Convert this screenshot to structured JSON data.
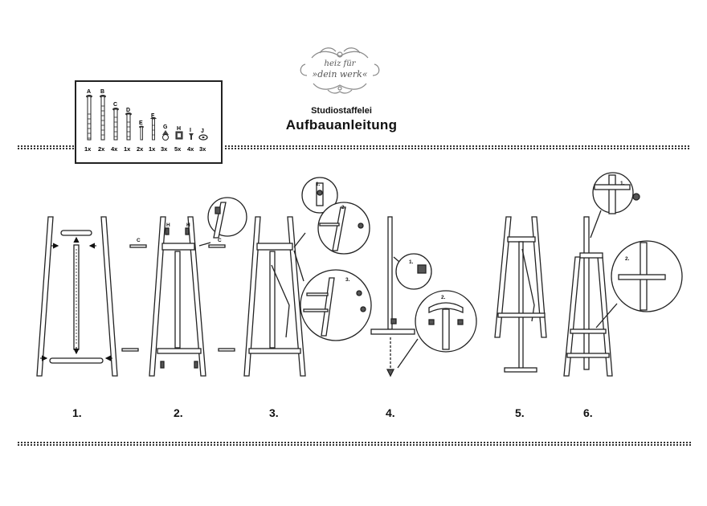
{
  "logo": {
    "line1": "heiz für",
    "line2": "»dein werk«"
  },
  "title": {
    "subtitle": "Studiostaffelei",
    "main": "Aufbauanleitung"
  },
  "parts": [
    {
      "letter": "A",
      "qty": "1x"
    },
    {
      "letter": "B",
      "qty": "2x"
    },
    {
      "letter": "C",
      "qty": "4x"
    },
    {
      "letter": "D",
      "qty": "1x"
    },
    {
      "letter": "E",
      "qty": "2x"
    },
    {
      "letter": "F",
      "qty": "1x"
    },
    {
      "letter": "G",
      "qty": "3x"
    },
    {
      "letter": "H",
      "qty": "5x"
    },
    {
      "letter": "I",
      "qty": "4x"
    },
    {
      "letter": "J",
      "qty": "3x"
    }
  ],
  "steps": [
    "1.",
    "2.",
    "3.",
    "4.",
    "5.",
    "6."
  ],
  "callouts": {
    "s2": {
      "left_c": "C",
      "right_c": "C",
      "h_left": "H",
      "h_right": "H"
    },
    "s3_1": "1.",
    "s3_2": "2.",
    "s3_3": "3.",
    "s4_1": "1.",
    "s4_2": "2.",
    "s6_1": "1.",
    "s6_2": "2."
  }
}
